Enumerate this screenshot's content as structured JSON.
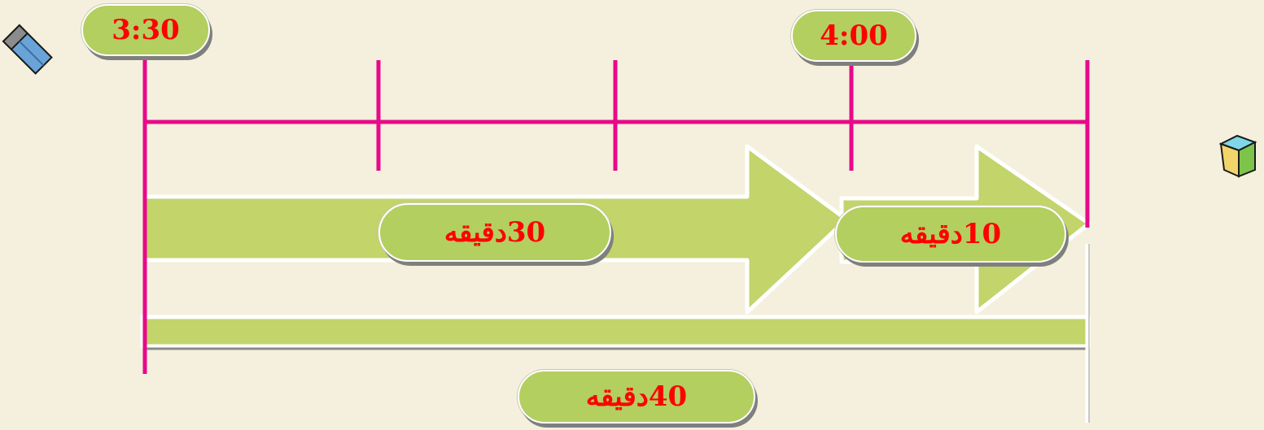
{
  "timeline": {
    "start_label": "3:30",
    "mid_label": "4:00"
  },
  "durations": {
    "first": "30دقيقه",
    "second": "10دقيقه",
    "total": "40دقيقه"
  },
  "colors": {
    "timeline_line": "#e8098a",
    "arrow_fill": "#c2d46a",
    "pill_fill": "#b3cf5f",
    "label_text": "#ff0000",
    "background": "#f4f0dd"
  },
  "icons": [
    "eraser-icon",
    "cube-icon"
  ]
}
